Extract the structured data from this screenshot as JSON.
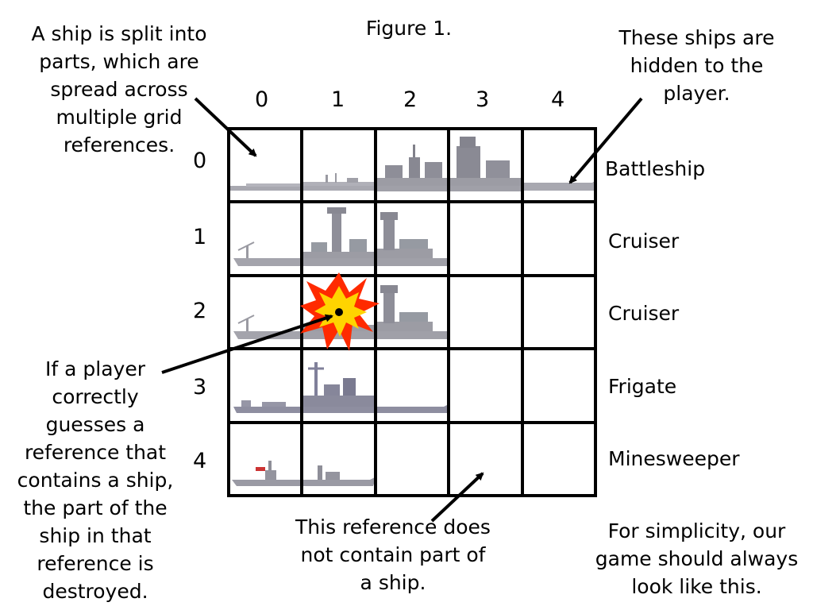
{
  "figure_title": "Figure 1.",
  "column_labels": [
    "0",
    "1",
    "2",
    "3",
    "4"
  ],
  "row_labels": [
    "0",
    "1",
    "2",
    "3",
    "4"
  ],
  "ship_names": [
    "Battleship",
    "Cruiser",
    "Cruiser",
    "Frigate",
    "Minesweeper"
  ],
  "notes": {
    "top_left": "A ship is split into\nparts, which are\nspread across\nmultiple grid\nreferences.",
    "top_right": "These ships are\nhidden to the\nplayer.",
    "bottom_left": "If a player\ncorrectly\nguesses a\nreference that\ncontains a ship,\nthe part of the\nship in that\nreference is\ndestroyed.",
    "bottom_middle": "This reference does\nnot contain part of\na ship.",
    "bottom_right": "For simplicity, our\ngame should always\nlook like this."
  },
  "colors": {
    "ship": "#9a9aa6",
    "explosion_outer": "#ff2a00",
    "explosion_inner": "#ffd400"
  }
}
